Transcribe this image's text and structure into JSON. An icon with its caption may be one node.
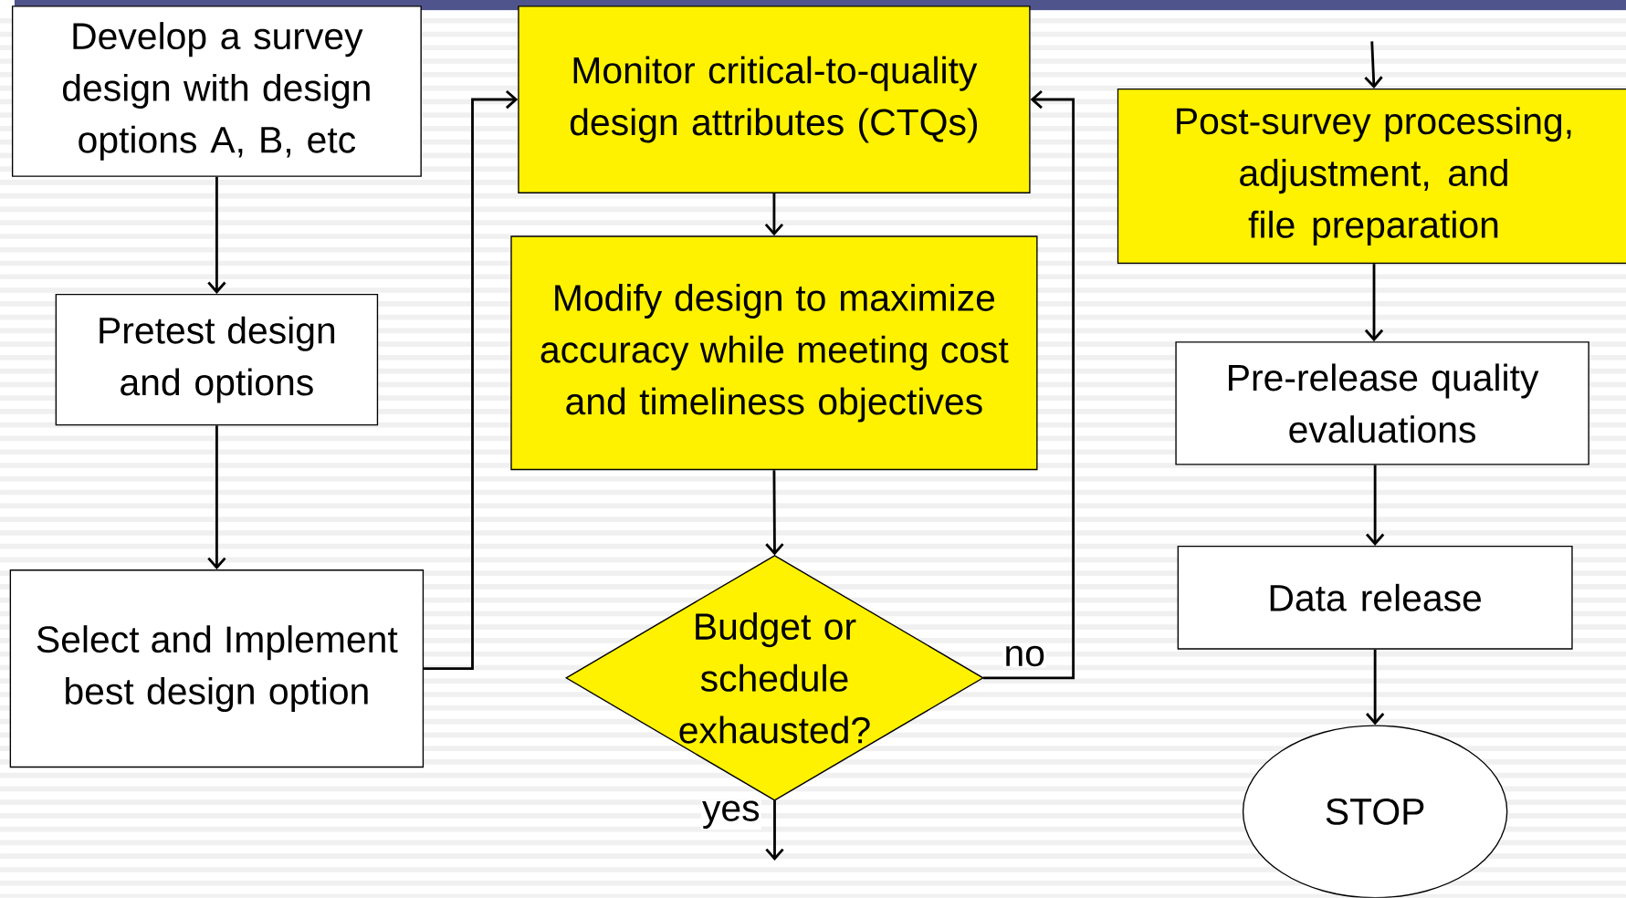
{
  "diagram": {
    "nodes": [
      {
        "text": [
          "Develop a survey design with design options A, B, etc"
        ]
      },
      {
        "text": [
          "Pretest design and options"
        ]
      },
      {
        "text": [
          "Select and Implement best design option"
        ]
      },
      {
        "text": [
          "Monitor critical-to-quality design attributes (CTQs)"
        ]
      },
      {
        "text": [
          "Modify design to maximize accuracy while meeting cost and timeliness objectives"
        ]
      },
      {
        "text": [
          "Budget or schedule exhausted?"
        ]
      },
      {
        "text": [
          "Post-survey processing, adjustment, and file preparation"
        ]
      },
      {
        "text": [
          "Pre-release quality evaluations"
        ]
      },
      {
        "text": [
          "Data release"
        ]
      },
      {
        "text": [
          "STOP"
        ]
      }
    ],
    "edges": [
      {
        "from": 0,
        "to": 1,
        "arrow": "to"
      },
      {
        "from": 1,
        "to": 2,
        "arrow": "to"
      },
      {
        "from": 2,
        "to": 3,
        "arrow": "to"
      },
      {
        "from": 3,
        "to": 4,
        "arrow": "to"
      },
      {
        "from": 4,
        "to": 5,
        "arrow": "to"
      },
      {
        "from": 5,
        "to": 3,
        "arrow": "to",
        "label": "no"
      },
      {
        "from": 5,
        "to": null,
        "arrow": "to",
        "label": "yes"
      },
      {
        "from": null,
        "to": 6,
        "arrow": "to"
      },
      {
        "from": 6,
        "to": 7,
        "arrow": "to"
      },
      {
        "from": 7,
        "to": 8,
        "arrow": "to"
      },
      {
        "from": 8,
        "to": 9,
        "arrow": "to"
      }
    ]
  }
}
